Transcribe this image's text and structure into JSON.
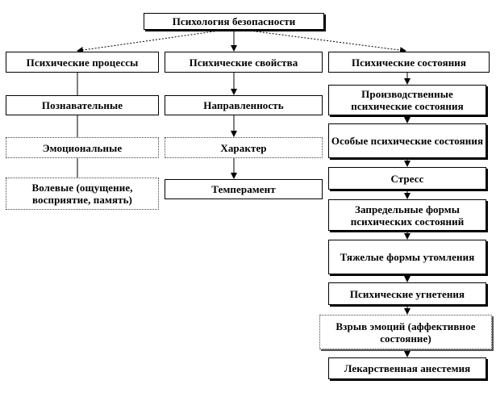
{
  "title": "Психология безопасности",
  "branches": {
    "processes": {
      "label": "Психические процессы",
      "items": [
        "Познавательные",
        "Эмоциональные",
        "Волевые (ощущение, восприятие, память)"
      ]
    },
    "properties": {
      "label": "Психические свойства",
      "items": [
        "Направленность",
        "Характер",
        "Темперамент"
      ]
    },
    "states": {
      "label": "Психические состояния",
      "items": [
        "Производственные психические состояния",
        "Особые психические состояния",
        "Стресс",
        "Запредельные формы психических состояний",
        "Тяжелые формы утомления",
        "Психические угнетения",
        "Взрыв эмоций (аффективное состояние)",
        "Лекарственная анестемия"
      ]
    }
  }
}
